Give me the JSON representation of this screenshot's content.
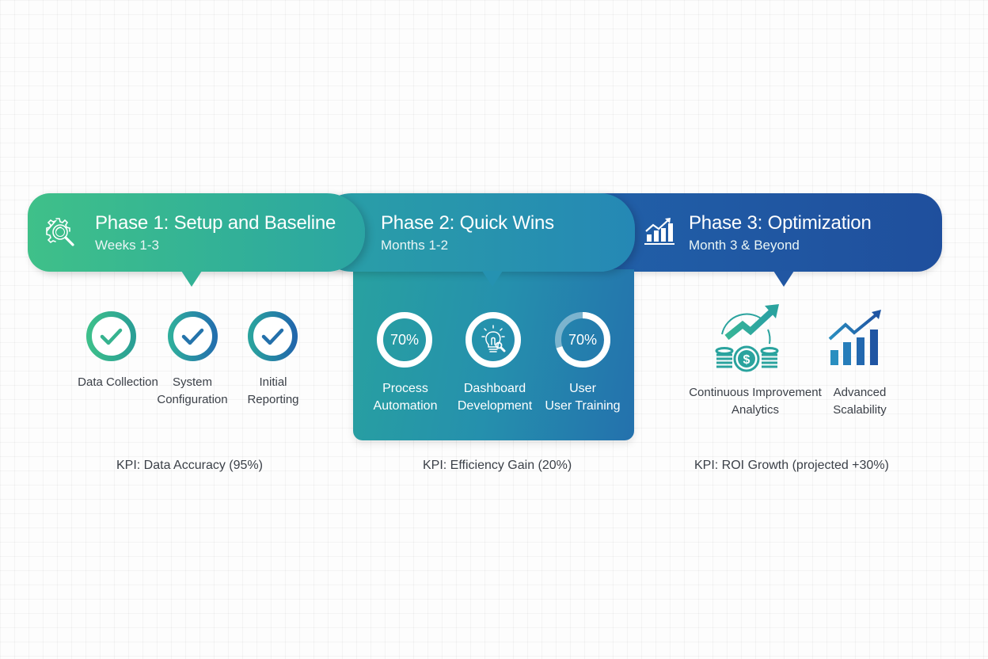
{
  "colors": {
    "phase1": "#3fc089",
    "phase2": "#2592b1",
    "phase3": "#1f4f9d",
    "text": "#3b4048",
    "grid_background": "#fdfdfd"
  },
  "phases": [
    {
      "title": "Phase 1: Setup and Baseline",
      "subtitle": "Weeks 1-3",
      "icon": "gear-magnifier-icon",
      "milestones": [
        {
          "label_line1": "Data Collection",
          "label_line2": "",
          "status": "complete",
          "icon": "check-icon"
        },
        {
          "label_line1": "System",
          "label_line2": "Configuration",
          "status": "complete",
          "icon": "check-icon"
        },
        {
          "label_line1": "Initial",
          "label_line2": "Reporting",
          "status": "complete",
          "icon": "check-icon"
        }
      ],
      "kpi": "KPI: Data Accuracy (95%)"
    },
    {
      "title": "Phase 2: Quick Wins",
      "subtitle": "Months 1-2",
      "icon": "",
      "milestones": [
        {
          "label_line1": "Process",
          "label_line2": "Automation",
          "progress_text": "70%",
          "progress": 70
        },
        {
          "label_line1": "Dashboard",
          "label_line2": "Development",
          "icon": "lightbulb-magnifier-icon"
        },
        {
          "label_line1": "User",
          "label_line2": "User Training",
          "progress_text": "70%",
          "progress": 70
        }
      ],
      "kpi": "KPI: Efficiency Gain (20%)"
    },
    {
      "title": "Phase 3: Optimization",
      "subtitle": "Month 3 & Beyond",
      "icon": "growth-chart-icon",
      "milestones": [
        {
          "label_line1": "Continuous Improvement",
          "label_line2": "Analytics",
          "icon": "money-growth-icon"
        },
        {
          "label_line1": "Advanced",
          "label_line2": "Scalability",
          "icon": "bar-chart-growth-icon"
        }
      ],
      "kpi": "KPI: ROI Growth (projected +30%)"
    }
  ]
}
